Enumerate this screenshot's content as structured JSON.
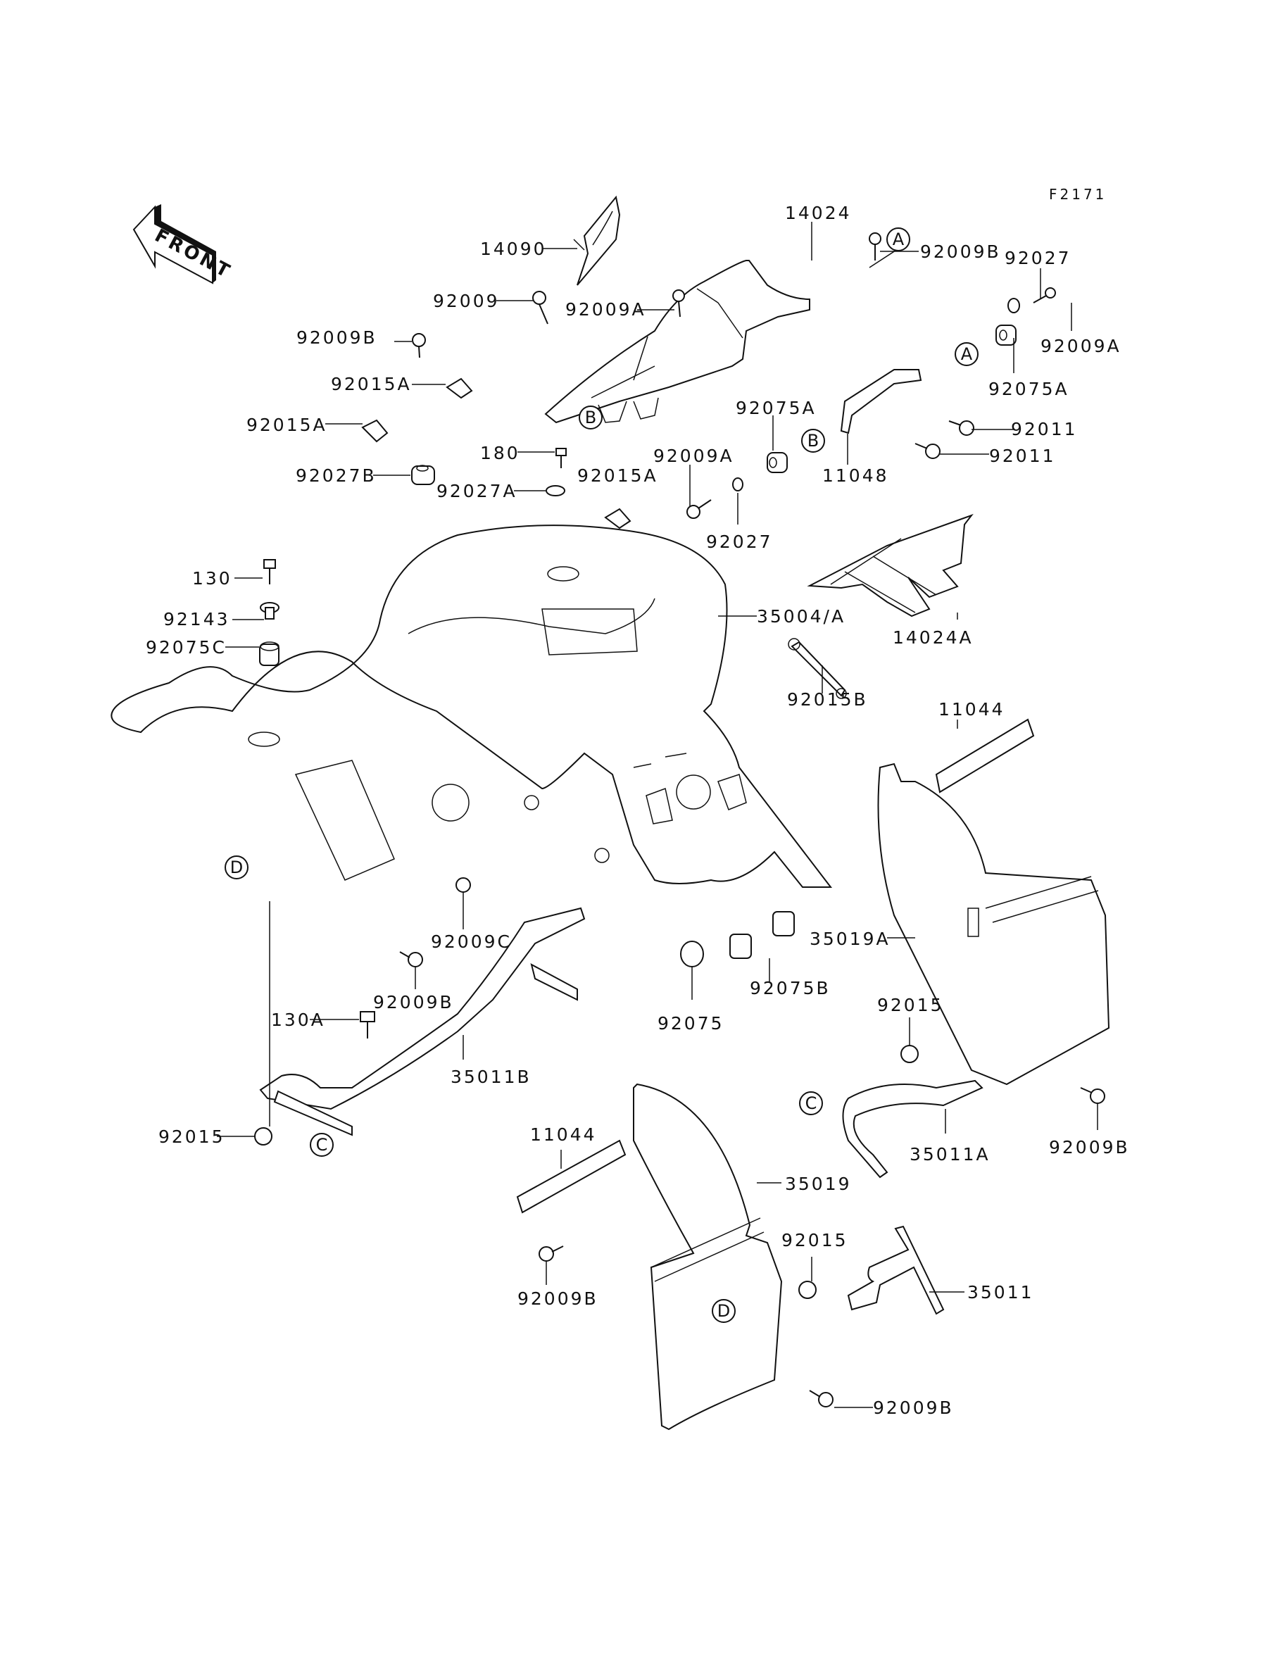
{
  "diagram": {
    "figure_id": "F2171",
    "front_arrow_label": "FRONT",
    "callout_letters": [
      "A",
      "B",
      "C",
      "D"
    ],
    "part_labels": [
      {
        "id": "14090",
        "text": "14090"
      },
      {
        "id": "14024",
        "text": "14024"
      },
      {
        "id": "92009",
        "text": "92009"
      },
      {
        "id": "92009A-top",
        "text": "92009A"
      },
      {
        "id": "92009B-top",
        "text": "92009B"
      },
      {
        "id": "92027-top",
        "text": "92027"
      },
      {
        "id": "92009A-right",
        "text": "92009A"
      },
      {
        "id": "92075A-right",
        "text": "92075A"
      },
      {
        "id": "92011-upper",
        "text": "92011"
      },
      {
        "id": "92011-lower",
        "text": "92011"
      },
      {
        "id": "92009B-left",
        "text": "92009B"
      },
      {
        "id": "92015A-upper",
        "text": "92015A"
      },
      {
        "id": "92015A-left",
        "text": "92015A"
      },
      {
        "id": "92075A-mid",
        "text": "92075A"
      },
      {
        "id": "180",
        "text": "180"
      },
      {
        "id": "92015A-mid",
        "text": "92015A"
      },
      {
        "id": "92009A-mid",
        "text": "92009A"
      },
      {
        "id": "11048",
        "text": "11048"
      },
      {
        "id": "92027B",
        "text": "92027B"
      },
      {
        "id": "92027A",
        "text": "92027A"
      },
      {
        "id": "92027-mid",
        "text": "92027"
      },
      {
        "id": "130",
        "text": "130"
      },
      {
        "id": "35004A",
        "text": "35004/A"
      },
      {
        "id": "14024A",
        "text": "14024A"
      },
      {
        "id": "92143",
        "text": "92143"
      },
      {
        "id": "92075C",
        "text": "92075C"
      },
      {
        "id": "92015B",
        "text": "92015B"
      },
      {
        "id": "11044-right",
        "text": "11044"
      },
      {
        "id": "92009C",
        "text": "92009C"
      },
      {
        "id": "35019A",
        "text": "35019A"
      },
      {
        "id": "92009B-mid",
        "text": "92009B"
      },
      {
        "id": "92075B",
        "text": "92075B"
      },
      {
        "id": "130A",
        "text": "130A"
      },
      {
        "id": "92075",
        "text": "92075"
      },
      {
        "id": "92015-right",
        "text": "92015"
      },
      {
        "id": "35011B",
        "text": "35011B"
      },
      {
        "id": "92015-left",
        "text": "92015"
      },
      {
        "id": "35011A",
        "text": "35011A"
      },
      {
        "id": "92009B-right",
        "text": "92009B"
      },
      {
        "id": "11044-lower",
        "text": "11044"
      },
      {
        "id": "35019",
        "text": "35019"
      },
      {
        "id": "92015-lower",
        "text": "92015"
      },
      {
        "id": "35011",
        "text": "35011"
      },
      {
        "id": "92009B-lower-left",
        "text": "92009B"
      },
      {
        "id": "92009B-bottom",
        "text": "92009B"
      }
    ]
  }
}
